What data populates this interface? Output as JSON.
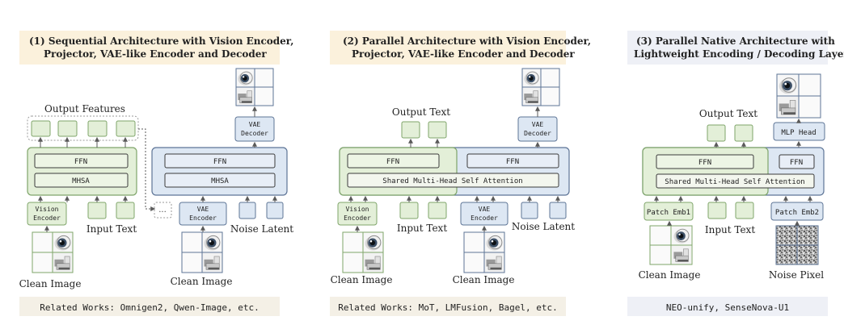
{
  "colors": {
    "green_fill": "#e3efd8",
    "green_stroke": "#7fa56a",
    "blue_fill": "#dde7f3",
    "blue_stroke": "#5d7496",
    "header_bg_1": "#fbf1dc",
    "header_bg_3": "#eef0f6",
    "footer_bg": "#f4f0e6",
    "arrow": "#5a5a5a"
  },
  "icons": {
    "image": "robot-eye-image-icon",
    "noise": "noise-pixel-icon"
  },
  "panels": [
    {
      "title_line1": "(1) Sequential Architecture with Vision Encoder,",
      "title_line2": "Projector, VAE-like Encoder and Decoder",
      "output_features": "Output Features",
      "ffn": "FFN",
      "mhsa": "MHSA",
      "vision_encoder": "Vision Encoder",
      "input_text": "Input Text",
      "clean_image": "Clean Image",
      "ellipsis": "...",
      "ffn_b": "FFN",
      "mhsa_b": "MHSA",
      "vae_encoder": "VAE Encoder",
      "vae_decoder": "VAE Decoder",
      "noise_latent": "Noise Latent",
      "clean_image_b": "Clean Image",
      "related": "Related Works: Omnigen2, Qwen-Image, etc."
    },
    {
      "title_line1": "(2) Parallel Architecture with Vision Encoder,",
      "title_line2": "Projector, VAE-like Encoder and Decoder",
      "output_text": "Output Text",
      "ffn": "FFN",
      "ffn_b": "FFN",
      "shared": "Shared Multi-Head Self Attention",
      "vision_encoder": "Vision Encoder",
      "input_text": "Input Text",
      "vae_encoder": "VAE Encoder",
      "vae_decoder": "VAE Decoder",
      "noise_latent": "Noise Latent",
      "clean_image": "Clean Image",
      "clean_image_b": "Clean Image",
      "related": "Related Works: MoT, LMFusion, Bagel, etc."
    },
    {
      "title_line1": "(3) Parallel Native Architecture with",
      "title_line2": "Lightweight Encoding / Decoding Layers",
      "output_text": "Output Text",
      "ffn": "FFN",
      "ffn_b": "FFN",
      "mlp_head": "MLP Head",
      "shared": "Shared Multi-Head Self Attention",
      "patch_emb1": "Patch Emb1",
      "patch_emb2": "Patch Emb2",
      "input_text": "Input Text",
      "clean_image": "Clean Image",
      "noise_pixel": "Noise Pixel",
      "related": "NEO-unify, SenseNova-U1"
    }
  ]
}
